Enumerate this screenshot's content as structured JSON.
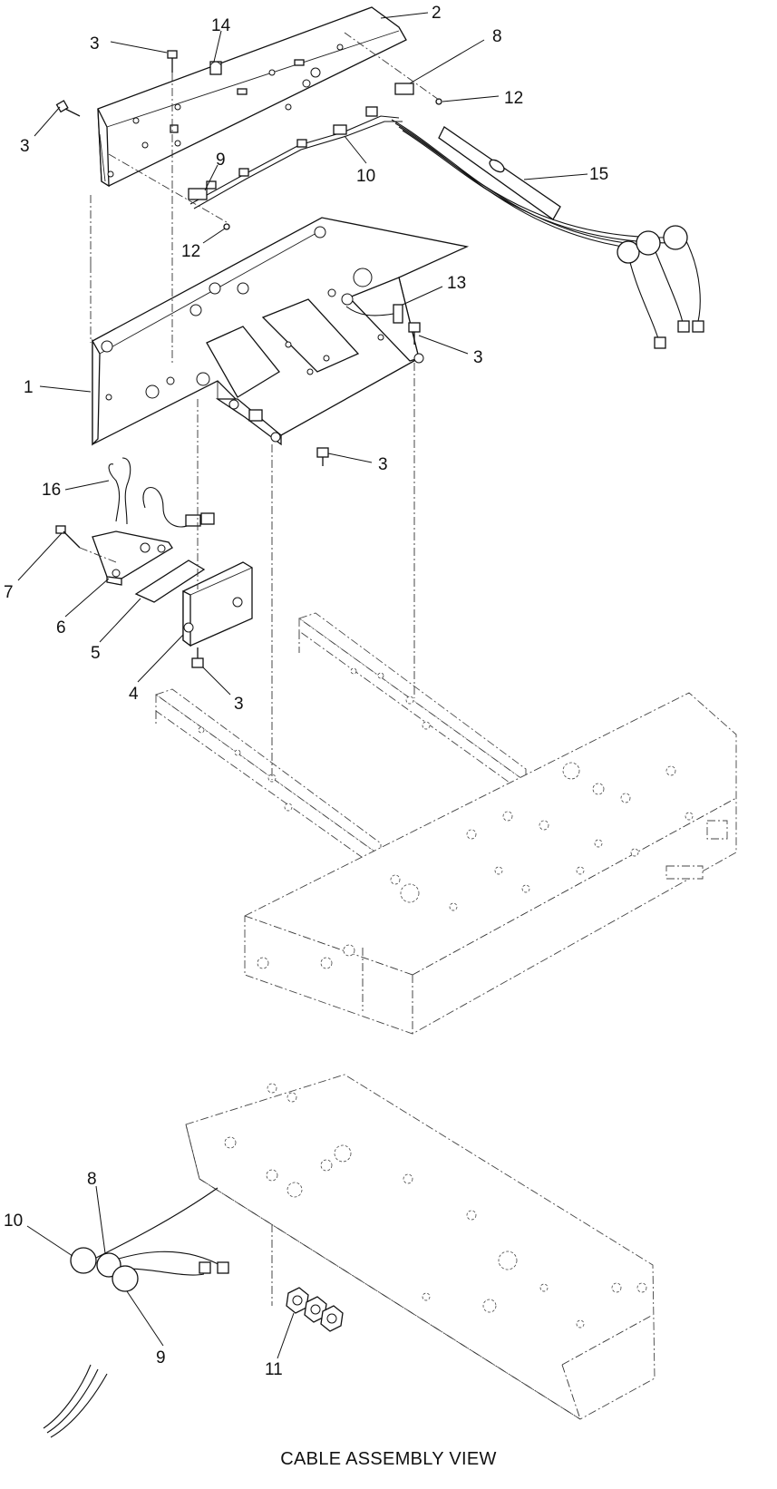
{
  "callouts": {
    "c1": "1",
    "c2": "2",
    "c3a": "3",
    "c3b": "3",
    "c3c": "3",
    "c3d": "3",
    "c3e": "3",
    "c4": "4",
    "c5": "5",
    "c6": "6",
    "c7": "7",
    "c8": "8",
    "c9": "9",
    "c10": "10",
    "c12a": "12",
    "c12b": "12",
    "c13": "13",
    "c14": "14",
    "c15": "15",
    "c16": "16",
    "d8": "8",
    "d9": "9",
    "d10": "10",
    "d11": "11"
  },
  "caption": "CABLE ASSEMBLY VIEW"
}
